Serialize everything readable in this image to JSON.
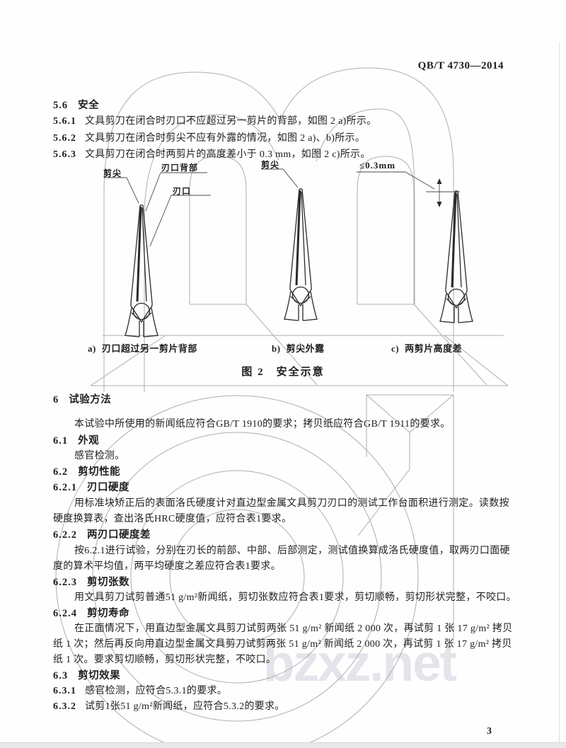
{
  "header": {
    "standard_number": "QB/T 4730—2014"
  },
  "clause56": {
    "number": "5.6",
    "title": "安全",
    "items": [
      {
        "num": "5.6.1",
        "text": "文具剪刀在闭合时刃口不应超过另一剪片的背部，如图 2 a)所示。"
      },
      {
        "num": "5.6.2",
        "text": "文具剪刀在闭合时剪尖不应有外露的情况，如图 2 a)、b)所示。"
      },
      {
        "num": "5.6.3",
        "text": "文具剪刀在闭合时两剪片的高度差小于 0.3 mm，如图 2 c)所示。"
      }
    ]
  },
  "figure2": {
    "label_tip_a": "剪尖",
    "label_blade_back": "刃口背部",
    "label_cutting_edge": "刃口",
    "label_tip_b": "剪尖",
    "label_height_limit": "≤0.3mm",
    "caption_a_num": "a)",
    "caption_a": "刃口超过另一剪片背部",
    "caption_b_num": "b)",
    "caption_b": "剪尖外露",
    "caption_c_num": "c)",
    "caption_c": "两剪片高度差",
    "title": "图 2　安全示意"
  },
  "clause6": {
    "number": "6",
    "title": "试验方法",
    "intro": "本试验中所使用的新闻纸应符合GB/T 1910的要求；拷贝纸应符合GB/T 1911的要求。",
    "sub61": {
      "num": "6.1",
      "title": "外观",
      "body": "感官检测。"
    },
    "sub62": {
      "num": "6.2",
      "title": "剪切性能"
    },
    "sub621": {
      "num": "6.2.1",
      "title": "刃口硬度",
      "line1": "用标准块矫正后的表面洛氏硬度计对直边型金属文具剪刀刃口的测试工作台面积进行测定。读数按",
      "line2": "硬度换算表，查出洛氏HRC硬度值，应符合表1要求。"
    },
    "sub622": {
      "num": "6.2.2",
      "title": "两刃口硬度差",
      "line1": "按6.2.1进行试验，分别在刃长的前部、中部、后部测定，测试值换算成洛氏硬度值，取两刃口面硬",
      "line2": "度的算术平均值，两平均硬度之差应符合表1要求。"
    },
    "sub623": {
      "num": "6.2.3",
      "title": "剪切张数",
      "line1": "用文具剪刀试剪普通51 g/m²新闻纸，剪切张数应符合表1要求，剪切顺畅，剪切形状完整，不咬口。"
    },
    "sub624": {
      "num": "6.2.4",
      "title": "剪切寿命",
      "line1": "在正面情况下，用直边型金属文具剪刀试剪两张 51 g/m² 新闻纸 2 000 次，再试剪 1 张 17 g/m² 拷贝",
      "line2": "纸 1 次；然后再反向用直边型金属文具剪刀试剪两张 51 g/m² 新闻纸 2 000 次，再试剪 1 张 17 g/m² 拷贝",
      "line3": "纸 1 次。要求剪切顺畅，剪切形状完整，不咬口。"
    },
    "sub63": {
      "num": "6.3",
      "title": "剪切效果"
    },
    "sub631": {
      "num": "6.3.1",
      "text": "感官检测，应符合5.3.1的要求。"
    },
    "sub632": {
      "num": "6.3.2",
      "text": "试剪1张51 g/m²新闻纸，应符合5.3.2的要求。"
    }
  },
  "footer": {
    "page_number": "3"
  },
  "watermark": {
    "text": "bzxz.net",
    "color": "#e3e5ea"
  },
  "colors": {
    "ink": "#1f1f1f",
    "figure_line": "#2a2a2a",
    "sketch_line": "#9a9a9a",
    "bottom_bar": "#e9e9eb"
  }
}
